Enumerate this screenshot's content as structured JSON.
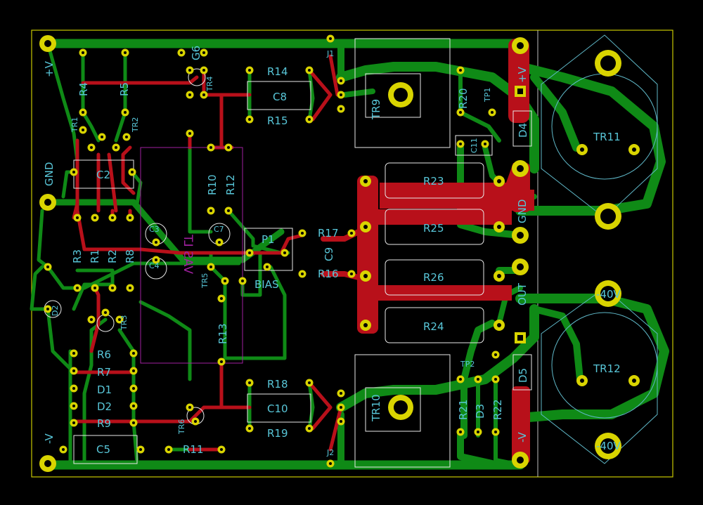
{
  "board": {
    "rails": [
      "+V",
      "GND",
      "-V"
    ],
    "connector_labels": {
      "j1": "J1",
      "j2": "J2",
      "plus_v_out": "+V",
      "gnd_out": "GND",
      "out": "OUT",
      "minus_v_out": "-V"
    },
    "voltage_labels": {
      "top": "-40V",
      "bottom": "-40V"
    },
    "bias_label": "BIAS",
    "ref_label": "VAS LT",
    "colors": {
      "background": "#000000",
      "front_copper": "#b8101a",
      "back_copper": "#0f8a16",
      "pads": "#d9d400",
      "silkscreen": "#58c6d8",
      "edge": "#c8c800"
    }
  },
  "components": {
    "r4": "R4",
    "r5": "R5",
    "g6": "G6",
    "tr4": "TR4",
    "r14": "R14",
    "c8": "C8",
    "r15": "R15",
    "tr9": "TR9",
    "r20": "R20",
    "tp1": "TP1",
    "c11": "C11",
    "d4": "D4",
    "tr11": "TR11",
    "tr1": "TR1",
    "tr2": "TR2",
    "c2": "C2",
    "r10": "R10",
    "r12": "R12",
    "r23": "R23",
    "r25": "R25",
    "r26": "R26",
    "r24": "R24",
    "c3": "C3",
    "c7": "C7",
    "c4": "C4",
    "r3": "R3",
    "r1": "R1",
    "r2": "R2",
    "r8": "R8",
    "p1": "P1",
    "r17": "R17",
    "c9": "C9",
    "r16": "R16",
    "tr5": "TR5",
    "d2_left": "D2",
    "tr3": "TR3",
    "r13": "R13",
    "r6": "R6",
    "r7": "R7",
    "d1": "D1",
    "d2": "D2",
    "r9": "R9",
    "c5": "C5",
    "tr6": "TR6",
    "r11": "R11",
    "r18": "R18",
    "c10": "C10",
    "r19": "R19",
    "tr10": "TR10",
    "tp2": "TP2",
    "r21": "R21",
    "d3": "D3",
    "r22": "R22",
    "d5": "D5",
    "tr12": "TR12"
  }
}
